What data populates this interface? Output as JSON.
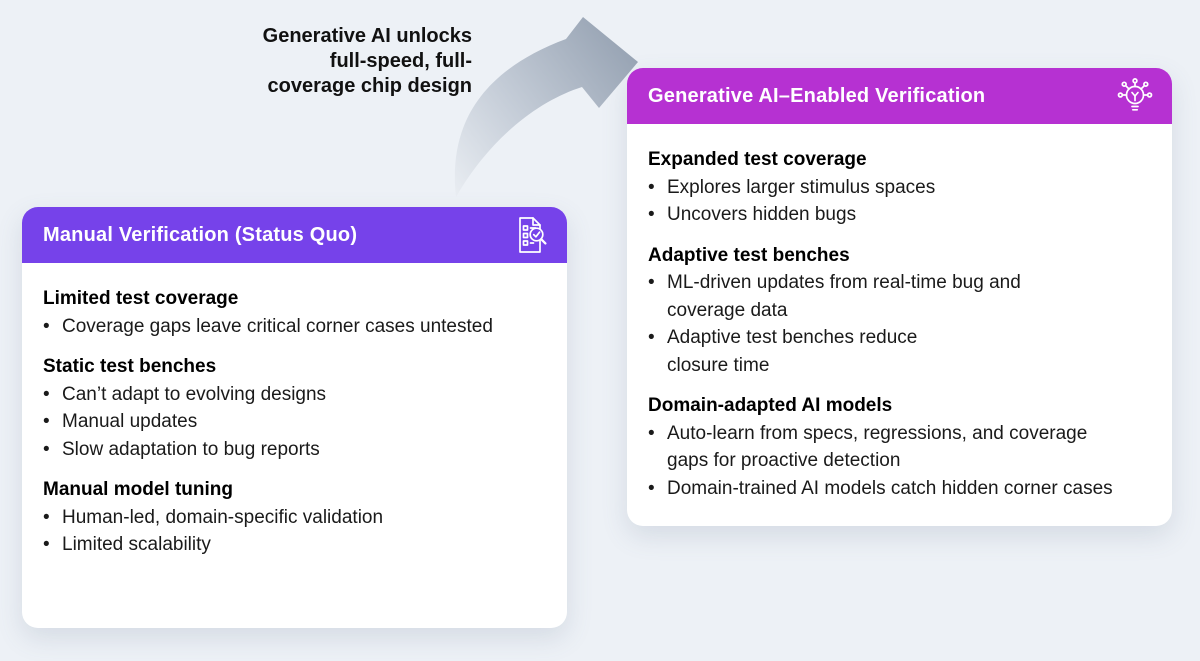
{
  "colors": {
    "background": "#edf1f6",
    "card_left_header": "#7642ea",
    "card_right_header": "#b631d2",
    "card_background": "#ffffff",
    "header_text": "#ffffff",
    "body_text": "#1a1a1a",
    "arrow_head_gray": "#98a4b4",
    "arrow_tail_gray": "#e9edf2"
  },
  "arrow": {
    "label": "Generative AI unlocks\nfull-speed, full-\ncoverage chip design",
    "icon": "curved-swoosh-arrow"
  },
  "cards": [
    {
      "title": "Manual Verification (Status Quo)",
      "icon": "checklist-magnifier-icon",
      "sections": [
        {
          "heading": "Limited test coverage",
          "bullets": [
            "Coverage gaps leave critical corner cases untested"
          ]
        },
        {
          "heading": "Static test benches",
          "bullets": [
            "Can’t adapt to evolving designs",
            "Manual updates",
            "Slow adaptation to bug reports"
          ]
        },
        {
          "heading": "Manual model tuning",
          "bullets": [
            "Human-led, domain-specific validation",
            "Limited scalability"
          ]
        }
      ]
    },
    {
      "title": "Generative AI–Enabled Verification",
      "icon": "lightbulb-network-icon",
      "sections": [
        {
          "heading": "Expanded test coverage",
          "bullets": [
            "Explores larger stimulus spaces",
            "Uncovers hidden bugs"
          ]
        },
        {
          "heading": "Adaptive test benches",
          "bullets": [
            "ML-driven updates from real-time bug and\ncoverage data",
            "Adaptive test benches reduce\nclosure time"
          ]
        },
        {
          "heading": "Domain-adapted AI models",
          "bullets": [
            "Auto-learn from specs, regressions, and coverage\ngaps for proactive detection",
            "Domain-trained AI models catch hidden corner cases"
          ]
        }
      ]
    }
  ]
}
